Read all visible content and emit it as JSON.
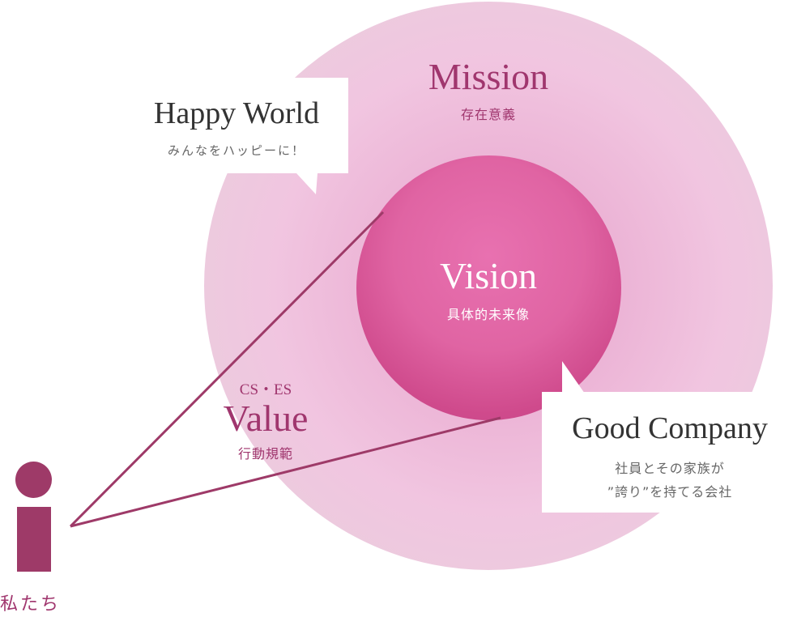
{
  "mission": {
    "title": "Mission",
    "subtitle": "存在意義"
  },
  "vision": {
    "title": "Vision",
    "subtitle": "具体的未来像"
  },
  "value": {
    "tag": "CS・ES",
    "title": "Value",
    "subtitle": "行動規範"
  },
  "happy_world": {
    "title": "Happy World",
    "subtitle": "みんなをハッピーに！"
  },
  "good_company": {
    "title": "Good Company",
    "line1": "社員とその家族が",
    "line2": "”誇り”を持てる会社"
  },
  "person": {
    "label": "私たち"
  },
  "colors": {
    "accent": "#9e3a68",
    "mission_text": "#a0366e",
    "outer_circle": "#ecb4d6",
    "inner_circle": "#e064a3",
    "bubble_text": "#333333"
  }
}
